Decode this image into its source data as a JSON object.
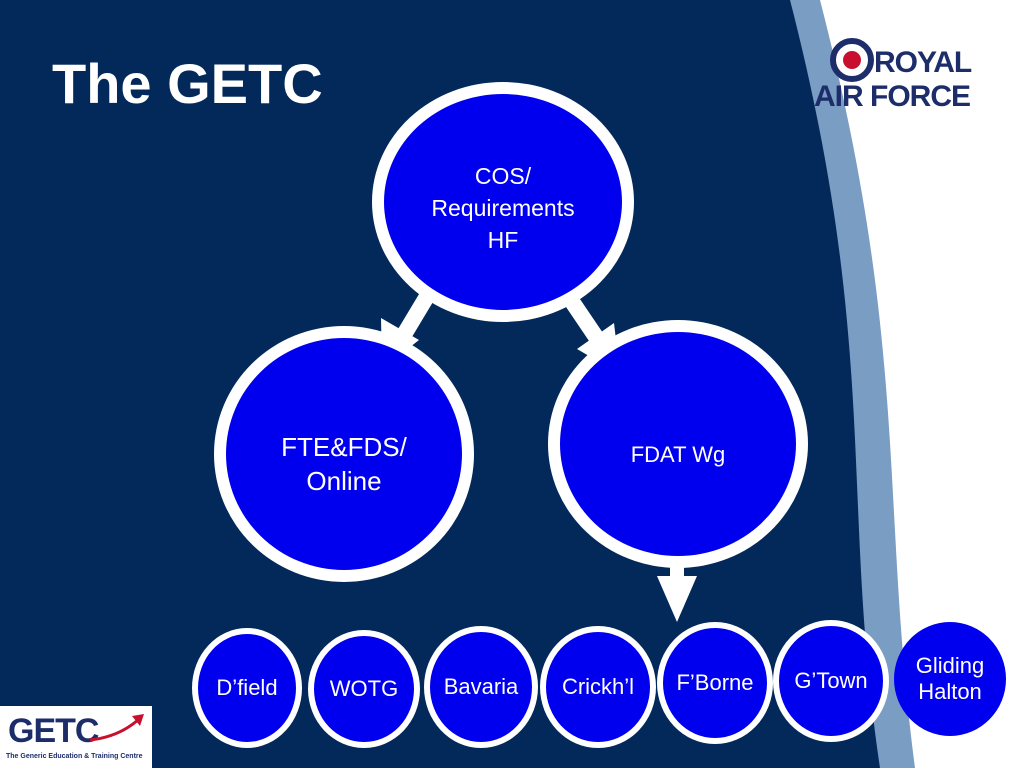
{
  "slide": {
    "title": "The GETC",
    "colors": {
      "background": "#02295a",
      "stripe": "#7a9dc4",
      "circle_fill": "#0000ee",
      "outline": "#ffffff",
      "logo_navy": "#1c2d6a",
      "roundel_red": "#c8102e"
    }
  },
  "diagram": {
    "top": {
      "lines": [
        "COS/",
        "Requirements",
        "HF"
      ]
    },
    "left": {
      "lines": [
        "FTE&FDS/",
        "Online"
      ]
    },
    "right": {
      "lines": [
        "FDAT Wg"
      ]
    },
    "stations": [
      "D’field",
      "WOTG",
      "Bavaria",
      "Crickh’l",
      "F’Borne",
      "G’Town",
      "Gliding",
      "Halton"
    ]
  },
  "logos": {
    "raf": {
      "line1": "ROYAL",
      "line2": "AIR FORCE",
      "icon": "raf-roundel-icon"
    },
    "getc": {
      "word": "GETC",
      "tagline": "The Generic Education & Training Centre",
      "icon": "swoosh-arrow-icon"
    }
  }
}
